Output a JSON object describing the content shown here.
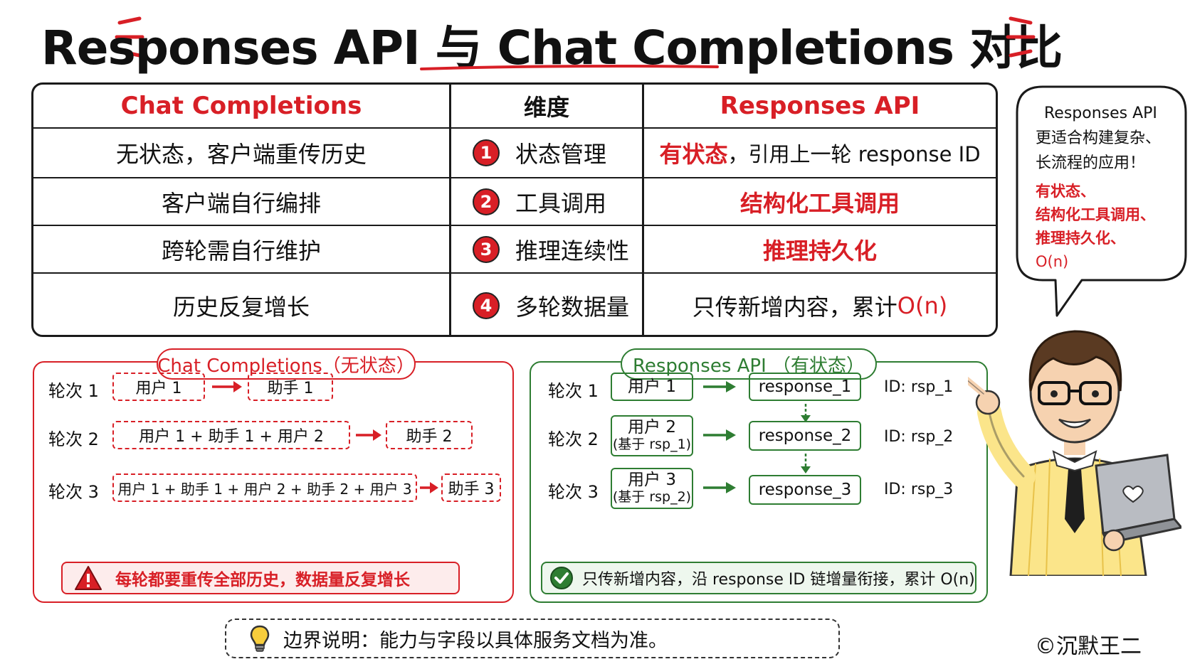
{
  "title": "Responses API 与 Chat Completions 对比",
  "colors": {
    "red": "#d81f26",
    "green": "#2e7d32",
    "ink": "#111111"
  },
  "table": {
    "headers": [
      "Chat Completions",
      "维度",
      "Responses API"
    ],
    "rows": [
      {
        "num": "1",
        "left": "无状态，客户端重传历史",
        "dim": "状态管理",
        "right_red": "有状态",
        "right_rest": "，引用上一轮 response ID"
      },
      {
        "num": "2",
        "left": "客户端自行编排",
        "dim": "工具调用",
        "right_red": "结构化工具调用",
        "right_rest": ""
      },
      {
        "num": "3",
        "left": "跨轮需自行维护",
        "dim": "推理连续性",
        "right_red": "推理持久化",
        "right_rest": ""
      },
      {
        "num": "4",
        "left": "历史反复增长",
        "dim": "多轮数据量",
        "right_plain": "只传新增内容，累计 ",
        "right_red": "O(n)"
      }
    ]
  },
  "bubble": {
    "line1": "Responses API",
    "line2": "更适合构建复杂、",
    "line3": "长流程的应用！",
    "red1": "有状态、",
    "red2": "结构化工具调用、",
    "red3": "推理持久化、",
    "red4": "O(n)"
  },
  "left_panel": {
    "title": "Chat Completions（无状态）",
    "rounds": [
      {
        "label": "轮次 1",
        "input": "用户 1",
        "output": "助手 1"
      },
      {
        "label": "轮次 2",
        "input": "用户 1 + 助手 1 + 用户 2",
        "output": "助手 2"
      },
      {
        "label": "轮次 3",
        "input": "用户 1 + 助手 1 + 用户 2 + 助手 2 + 用户 3",
        "output": "助手 3"
      }
    ],
    "warning": "每轮都要重传全部历史，数据量反复增长"
  },
  "right_panel": {
    "title": "Responses API （有状态）",
    "rounds": [
      {
        "label": "轮次 1",
        "input": "用户 1",
        "input_sub": "",
        "response": "response_1",
        "id": "ID: rsp_1"
      },
      {
        "label": "轮次 2",
        "input": "用户 2",
        "input_sub": "(基于 rsp_1)",
        "response": "response_2",
        "id": "ID: rsp_2"
      },
      {
        "label": "轮次 3",
        "input": "用户 3",
        "input_sub": "(基于 rsp_2)",
        "response": "response_3",
        "id": "ID: rsp_3"
      }
    ],
    "ok": "只传新增内容，沿 response ID 链增量衔接，累计 O(n)"
  },
  "footer": {
    "note": "边界说明：能力与字段以具体服务文档为准。",
    "copyright": "©沉默王二"
  },
  "icons": {
    "warning": "warning-icon",
    "check": "check-circle-icon",
    "bulb": "lightbulb-icon",
    "character": "presenter-character-illustration",
    "laptop": "laptop-icon"
  }
}
